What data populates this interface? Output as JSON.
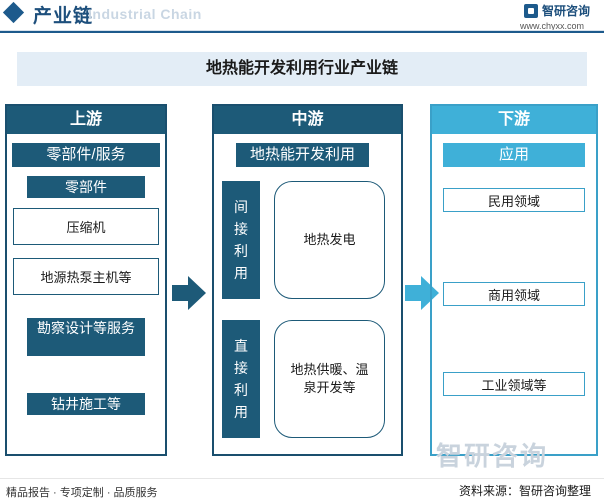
{
  "header": {
    "title": "产业链",
    "watermark": "Industrial Chain",
    "brand": "智研咨询",
    "url": "www.chyxx.com"
  },
  "diagram_title": "地热能开发利用行业产业链",
  "upstream": {
    "heading": "上游",
    "category": "零部件/服务",
    "sub_heading": "零部件",
    "items": [
      "压缩机",
      "地源热泵主机等"
    ],
    "service_items": [
      "勘察设计等服务",
      "钻井施工等"
    ]
  },
  "midstream": {
    "heading": "中游",
    "category": "地热能开发利用",
    "groups": [
      {
        "label": "间接利用",
        "chars": [
          "间",
          "接",
          "利",
          "用"
        ],
        "item": "地热发电"
      },
      {
        "label": "直接利用",
        "chars": [
          "直",
          "接",
          "利",
          "用"
        ],
        "item_lines": [
          "地热供暖、温",
          "泉开发等"
        ]
      }
    ]
  },
  "downstream": {
    "heading": "下游",
    "category": "应用",
    "items": [
      "民用领域",
      "商用领域",
      "工业领域等"
    ]
  },
  "footer": {
    "left": "精品报告 · 专项定制 · 品质服务",
    "right": "资料来源：智研咨询整理",
    "watermark": "智研咨询"
  },
  "colors": {
    "dark": "#1d5a78",
    "cyan": "#3fb0d8",
    "banner_bg": "#e3edf6",
    "brand_blue": "#1d5a8c"
  }
}
